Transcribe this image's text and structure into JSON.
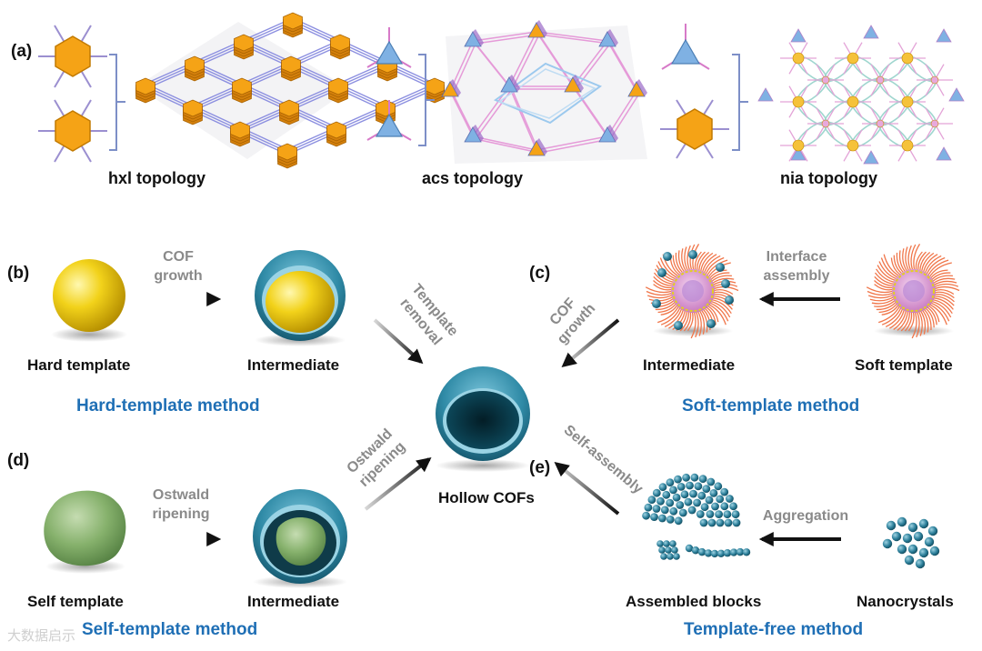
{
  "panels": {
    "a": "(a)",
    "b": "(b)",
    "c": "(c)",
    "d": "(d)",
    "e": "(e)"
  },
  "topologies": {
    "hxl": "hxl topology",
    "acs": "acs topology",
    "nia": "nia topology"
  },
  "labels": {
    "hard_template": "Hard template",
    "intermediate_hard": "Intermediate",
    "intermediate_soft": "Intermediate",
    "soft_template": "Soft template",
    "self_template": "Self template",
    "intermediate_self": "Intermediate",
    "hollow_cofs": "Hollow COFs",
    "assembled_blocks": "Assembled blocks",
    "nanocrystals": "Nanocrystals"
  },
  "methods": {
    "hard": "Hard-template method",
    "soft": "Soft-template method",
    "self": "Self-template method",
    "free": "Template-free method"
  },
  "steps": {
    "cof_growth_line1": "COF",
    "cof_growth_line2": "growth",
    "interface_line1": "Interface",
    "interface_line2": "assembly",
    "ostwald_line1": "Ostwald",
    "ostwald_line2": "ripening",
    "aggregation": "Aggregation",
    "template_removal_line1": "Template",
    "template_removal_line2": "removal",
    "cof_growth_rot_line1": "COF",
    "cof_growth_rot_line2": "growth",
    "ostwald_rot_line1": "Ostwald",
    "ostwald_rot_line2": "ripening",
    "self_assembly": "Self-assembly"
  },
  "watermark": "大数据启示",
  "colors": {
    "hex_orange": "#f5a316",
    "triangle_blue": "#7fb1e3",
    "shell_teal": "#2f8aa6",
    "hard_yellow": "#f2d21a",
    "self_green": "#86b16c",
    "method_blue": "#1f6fb5",
    "step_gray": "#8a8a8a"
  }
}
